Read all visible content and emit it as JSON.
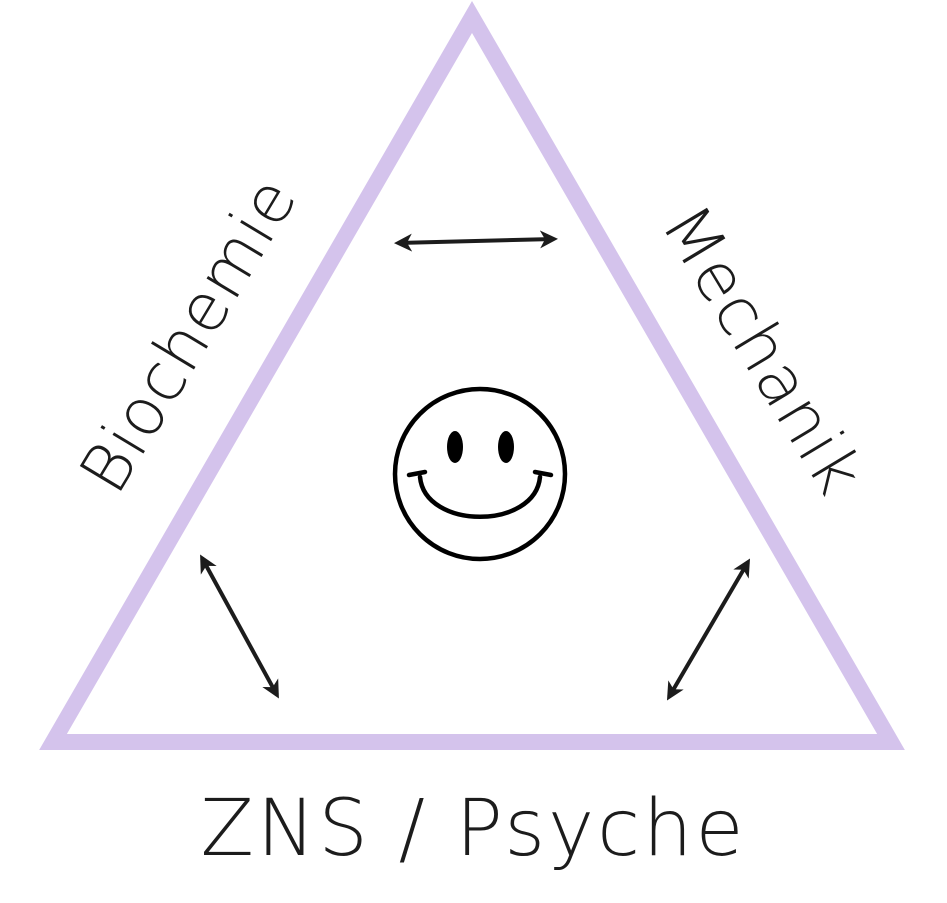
{
  "diagram": {
    "title": "Biochemie / Mechanik / ZNS-Psyche triangle",
    "colors": {
      "triangle_stroke": "#d4c3ec",
      "arrows": "#1c1c1c",
      "text": "#1c1c1c",
      "smiley": "#000000",
      "background": "#ffffff"
    },
    "labels": {
      "left_side": "Biochemie",
      "right_side": "Mechanik",
      "bottom": "ZNS / Psyche"
    },
    "center_icon": "smiley-face-icon",
    "arrows": [
      {
        "name": "top-arrow",
        "connects": [
          "Biochemie",
          "Mechanik"
        ],
        "type": "bidirectional"
      },
      {
        "name": "left-arrow",
        "connects": [
          "Biochemie",
          "ZNS / Psyche"
        ],
        "type": "bidirectional"
      },
      {
        "name": "right-arrow",
        "connects": [
          "Mechanik",
          "ZNS / Psyche"
        ],
        "type": "bidirectional"
      }
    ]
  }
}
